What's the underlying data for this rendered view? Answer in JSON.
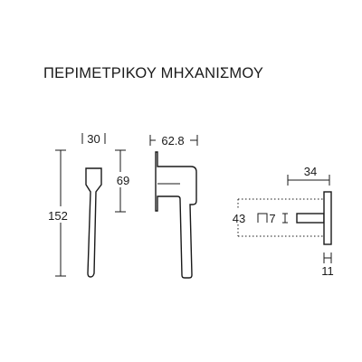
{
  "title": "ΠΕΡΙΜΕΤΡΙΚΟΥ ΜΗΧΑΝΙΣΜΟΥ",
  "dimensions": {
    "total_height": "152",
    "base_width": "30",
    "base_height": "69",
    "handle_projection": "62.8",
    "spindle_length": "34",
    "rose_height": "43",
    "spindle_square": "7",
    "rose_thickness": "11"
  }
}
